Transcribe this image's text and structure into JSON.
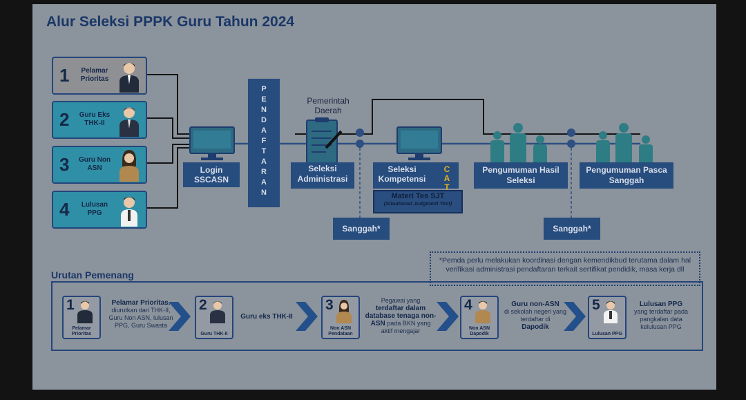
{
  "title": "Alur Seleksi PPPK Guru Tahun 2024",
  "categories": [
    {
      "num": "1",
      "label": "Pelamar Prioritas"
    },
    {
      "num": "2",
      "label": "Guru Eks THK-II"
    },
    {
      "num": "3",
      "label": "Guru Non ASN"
    },
    {
      "num": "4",
      "label": "Lulusan PPG"
    }
  ],
  "steps": {
    "login": "Login SSCASN",
    "pendaftaran": "PENDAFTARAN",
    "pemda": "Pemerintah Daerah",
    "seleksi_admin": "Seleksi Administrasi",
    "seleksi_kompetensi": "Seleksi Kompetensi",
    "cat": "CAT",
    "materi_title": "Materi Tes SJT",
    "materi_sub": "(Situational Judgment Test)",
    "pengumuman_hasil": "Pengumuman Hasil Seleksi",
    "pengumuman_pasca": "Pengumuman Pasca Sanggah",
    "sanggah": "Sanggah*"
  },
  "note": "*Pemda perlu melakukan koordinasi dengan kemendikbud terutama dalam hal verifikasi administrasi pendaftaran terkait sertifikat pendidik, masa kerja dll",
  "urutan": {
    "title": "Urutan Pemenang",
    "items": [
      {
        "num": "1",
        "icon_label": "Pelamar Prioritas",
        "title": "Pelamar Prioritas.",
        "text": "diurutkan dari THK-II, Guru Non ASN, lulusan PPG, Guru Swasta"
      },
      {
        "num": "2",
        "icon_label": "Guru THK-II",
        "title": "Guru eks THK-II",
        "text": ""
      },
      {
        "num": "3",
        "icon_label": "Non ASN Pendataan",
        "pre": "Pegawai yang",
        "title": "terdaftar dalam database tenaga non-ASN",
        "text": "pada BKN yang aktif mengajar"
      },
      {
        "num": "4",
        "icon_label": "Non ASN Dapodik",
        "title": "Guru non-ASN",
        "text": "di sekolah negeri yang terdaftar di",
        "post": "Dapodik"
      },
      {
        "num": "5",
        "icon_label": "Lulusan PPG",
        "title": "Lulusan PPG",
        "text": "yang terdaftar pada pangkalan data kelulusan PPG"
      }
    ]
  },
  "colors": {
    "navy": "#274c7e",
    "teal_box": "#2f8fa6",
    "grey_box": "#8e9094",
    "slide_bg": "#8b939c",
    "cat_text": "#e0b020",
    "people": "#2f7d84"
  }
}
